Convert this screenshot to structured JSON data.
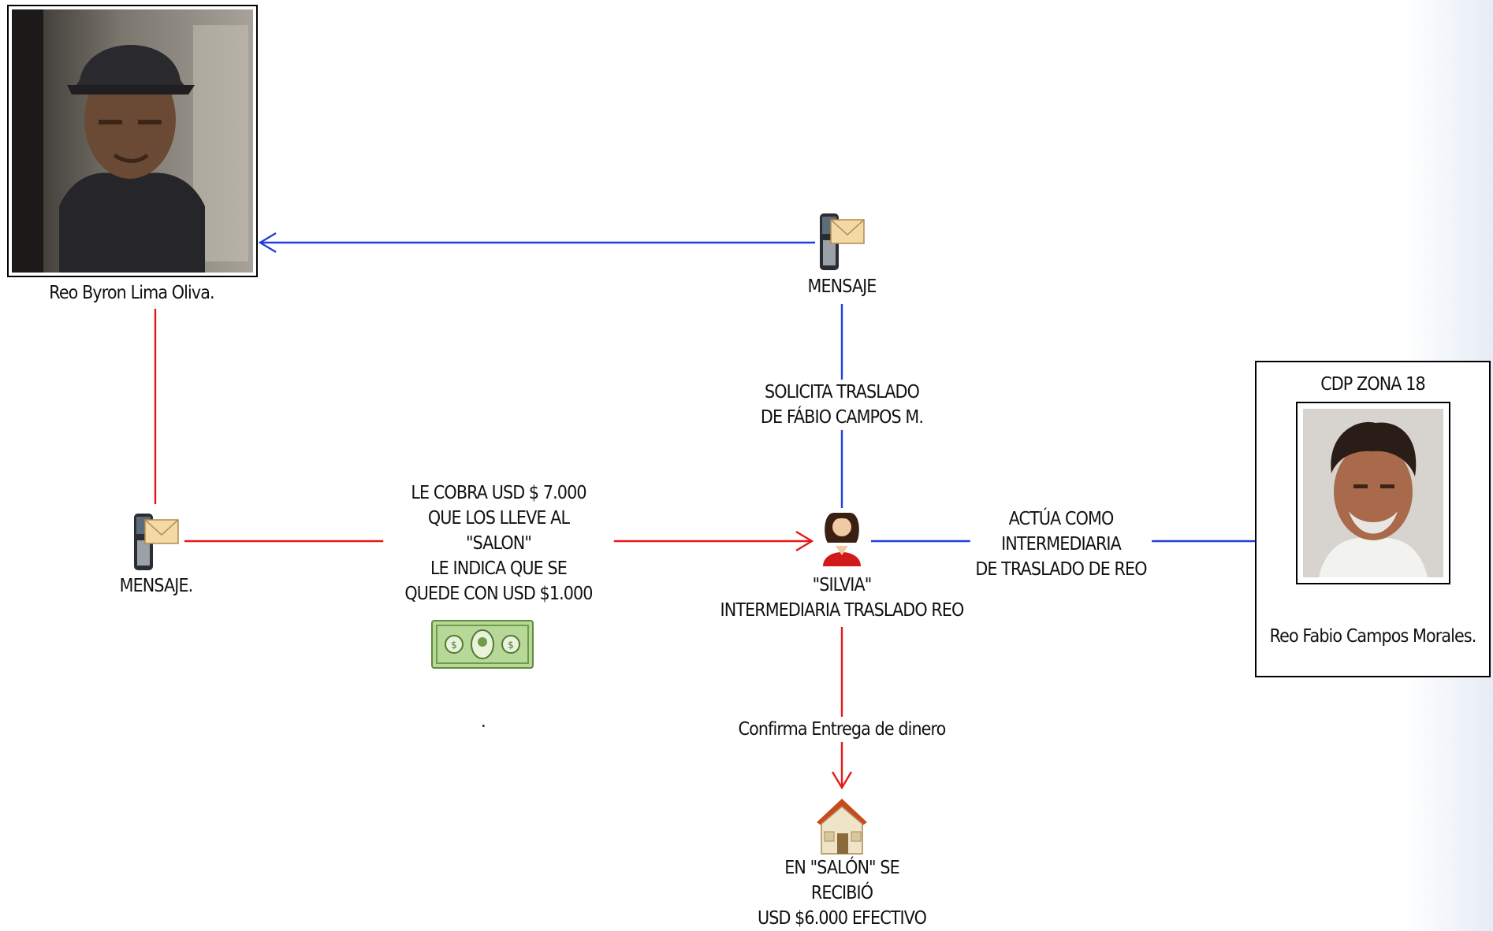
{
  "colors": {
    "blue_edge": "#1f3fe0",
    "red_edge": "#e41b17"
  },
  "nodes": {
    "byron": {
      "label": "Reo Byron Lima Oliva.",
      "photo_icon": "person-photo-man-cap"
    },
    "mensaje_top": {
      "label": "MENSAJE",
      "icon": "mobile-message-icon"
    },
    "mensaje_left": {
      "label": "MENSAJE.",
      "icon": "mobile-message-icon"
    },
    "silvia": {
      "label": "\"SILVIA\"\nINTERMEDIARIA TRASLADO REO",
      "icon": "woman-person-icon"
    },
    "fabio": {
      "title": "CDP ZONA 18",
      "label": "Reo Fabio Campos Morales.",
      "photo_icon": "person-photo-man-gray-hair"
    },
    "salon": {
      "label": "EN \"SALÓN\" SE\nRECIBIÓ\nUSD $6.000 EFECTIVO",
      "icon": "house-icon"
    },
    "money": {
      "icon": "dollar-bill-icon"
    },
    "dot": {
      "label": "."
    }
  },
  "edges": {
    "mensaje_to_byron": {
      "label": ""
    },
    "byron_to_mensaje_left": {
      "label": ""
    },
    "mensaje_left_to_silvia": {
      "label": "LE COBRA USD $ 7.000\nQUE LOS LLEVE AL\n\"SALON\"\nLE INDICA QUE SE\nQUEDE CON USD $1.000"
    },
    "silvia_to_mensaje_top": {
      "label": "SOLICITA TRASLADO\nDE FÁBIO CAMPOS M."
    },
    "silvia_to_fabio": {
      "label": "ACTÚA COMO\nINTERMEDIARIA\nDE TRASLADO DE REO"
    },
    "silvia_to_salon": {
      "label": "Confirma Entrega de dinero"
    }
  }
}
